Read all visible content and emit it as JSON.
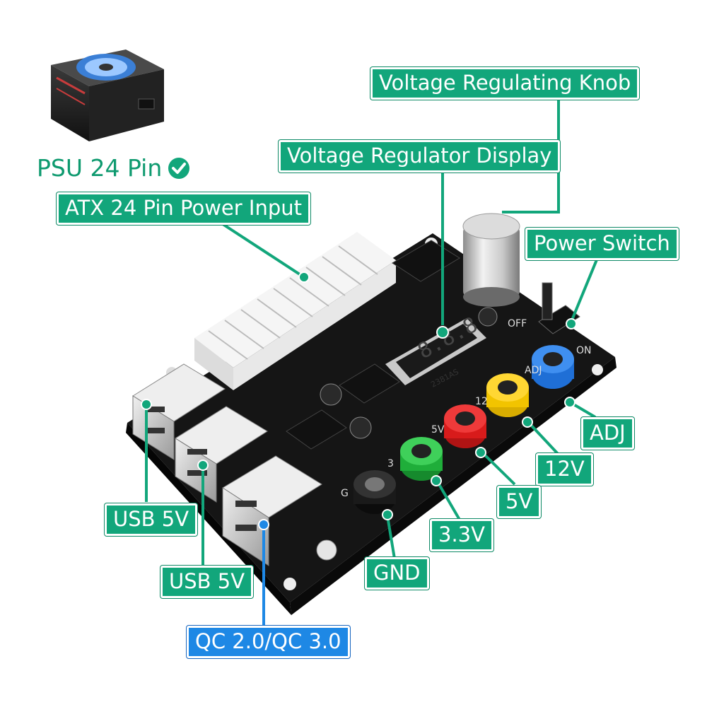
{
  "colors": {
    "accent_green": "#12a67b",
    "accent_blue": "#1e88e5",
    "board": "#1b1b1b",
    "terminal_red": "#d81b1b",
    "terminal_yellow": "#f2c400",
    "terminal_blue": "#1f6fd6",
    "terminal_green": "#1fae3a",
    "terminal_black": "#1a1a1a"
  },
  "psu": {
    "label": "PSU 24 Pin",
    "check_icon": "check-circle-icon"
  },
  "labels": {
    "atx_input": "ATX 24 Pin Power Input",
    "regulator_display": "Voltage Regulator Display",
    "regulating_knob": "Voltage Regulating Knob",
    "power_switch": "Power Switch",
    "adj": "ADJ",
    "v12": "12V",
    "v5": "5V",
    "v33": "3.3V",
    "gnd": "GND",
    "usb_5v_1": "USB 5V",
    "usb_5v_2": "USB 5V",
    "qc": "QC 2.0/QC 3.0"
  },
  "board_marks": {
    "display_digits": "8.8.8",
    "display_code": "2381AS",
    "silk_off": "OFF",
    "silk_on": "ON",
    "silk_adj": "ADJ",
    "silk_12": "12",
    "silk_5": "5V",
    "silk_3": "3",
    "silk_g": "G"
  }
}
